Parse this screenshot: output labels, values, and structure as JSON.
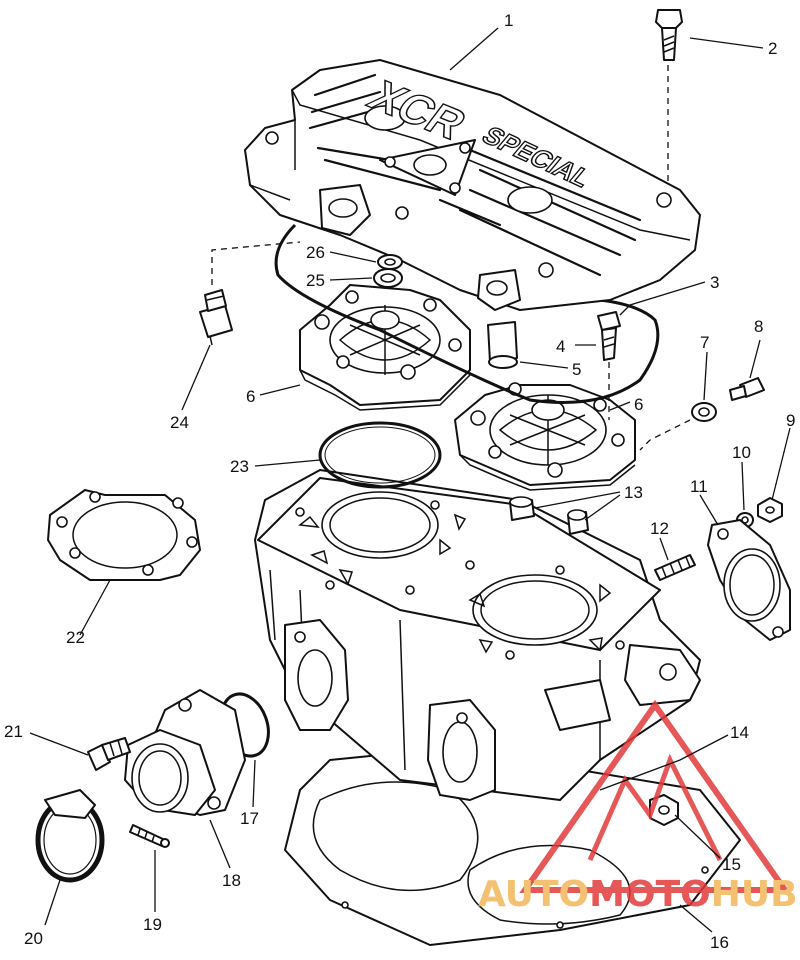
{
  "diagram": {
    "head_cover_text_1": "XCR",
    "head_cover_text_2": "SPECIAL",
    "callouts": [
      "1",
      "2",
      "3",
      "4",
      "5",
      "6",
      "6",
      "7",
      "8",
      "9",
      "10",
      "11",
      "12",
      "13",
      "14",
      "15",
      "16",
      "17",
      "18",
      "19",
      "20",
      "21",
      "22",
      "23",
      "24",
      "25",
      "26"
    ]
  },
  "watermark": {
    "text_a": "AUTO",
    "text_b": "MOTO",
    "text_c": "HUB",
    "color_primary": "#e23b3b",
    "color_secondary": "#f3b65a"
  }
}
